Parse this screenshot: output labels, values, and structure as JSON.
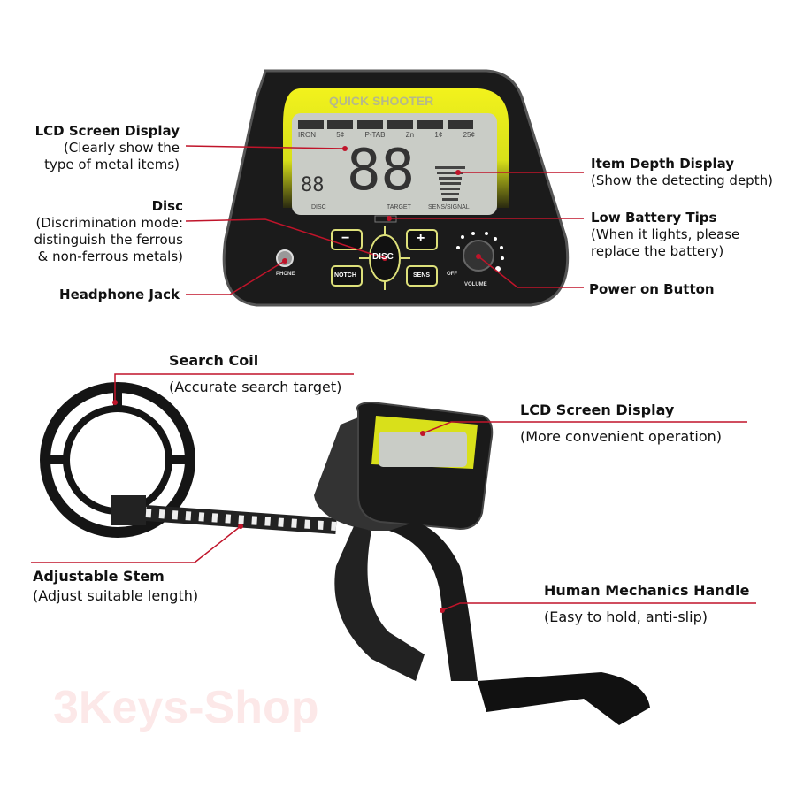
{
  "colors": {
    "accent_line": "#c0142a",
    "panel_yellow": "#e6e61a",
    "lcd": "#c9ccc6",
    "body": "#1c1c1c"
  },
  "watermark": "3Keys-Shop",
  "device": {
    "brand": "QUICK SHOOTER",
    "segments": [
      "IRON",
      "5¢",
      "P-TAB",
      "Zn",
      "1¢",
      "25¢"
    ],
    "big_digits": "88",
    "small_digits": "88",
    "disc_label": "DISC",
    "target_label": "TARGET",
    "sens_label": "SENS/SIGNAL",
    "buttons": {
      "minus": "−",
      "plus": "+",
      "disc": "DISC",
      "notch": "NOTCH",
      "sens": "SENS"
    },
    "phone_label": "PHONE",
    "off_label": "OFF",
    "volume_label": "VOLUME"
  },
  "callouts": {
    "lcd": {
      "title": "LCD Screen Display",
      "lines": [
        "(Clearly show the",
        "type of metal items)"
      ]
    },
    "disc": {
      "title": "Disc",
      "lines": [
        "(Discrimination mode:",
        "distinguish the ferrous",
        "& non-ferrous metals)"
      ]
    },
    "headphone": {
      "title": "Headphone Jack"
    },
    "depth": {
      "title": "Item Depth Display",
      "lines": [
        "(Show the detecting depth)"
      ]
    },
    "battery": {
      "title": "Low Battery Tips",
      "lines": [
        "(When it lights, please",
        "replace the battery)"
      ]
    },
    "power": {
      "title": "Power on Button"
    },
    "coil": {
      "title": "Search Coil",
      "sub": "(Accurate search target)"
    },
    "lcd2": {
      "title": "LCD Screen Display",
      "sub": "(More convenient operation)"
    },
    "stem": {
      "title": "Adjustable Stem",
      "sub": "(Adjust suitable length)"
    },
    "handle": {
      "title": "Human Mechanics Handle",
      "sub": "(Easy to hold, anti-slip)"
    }
  }
}
